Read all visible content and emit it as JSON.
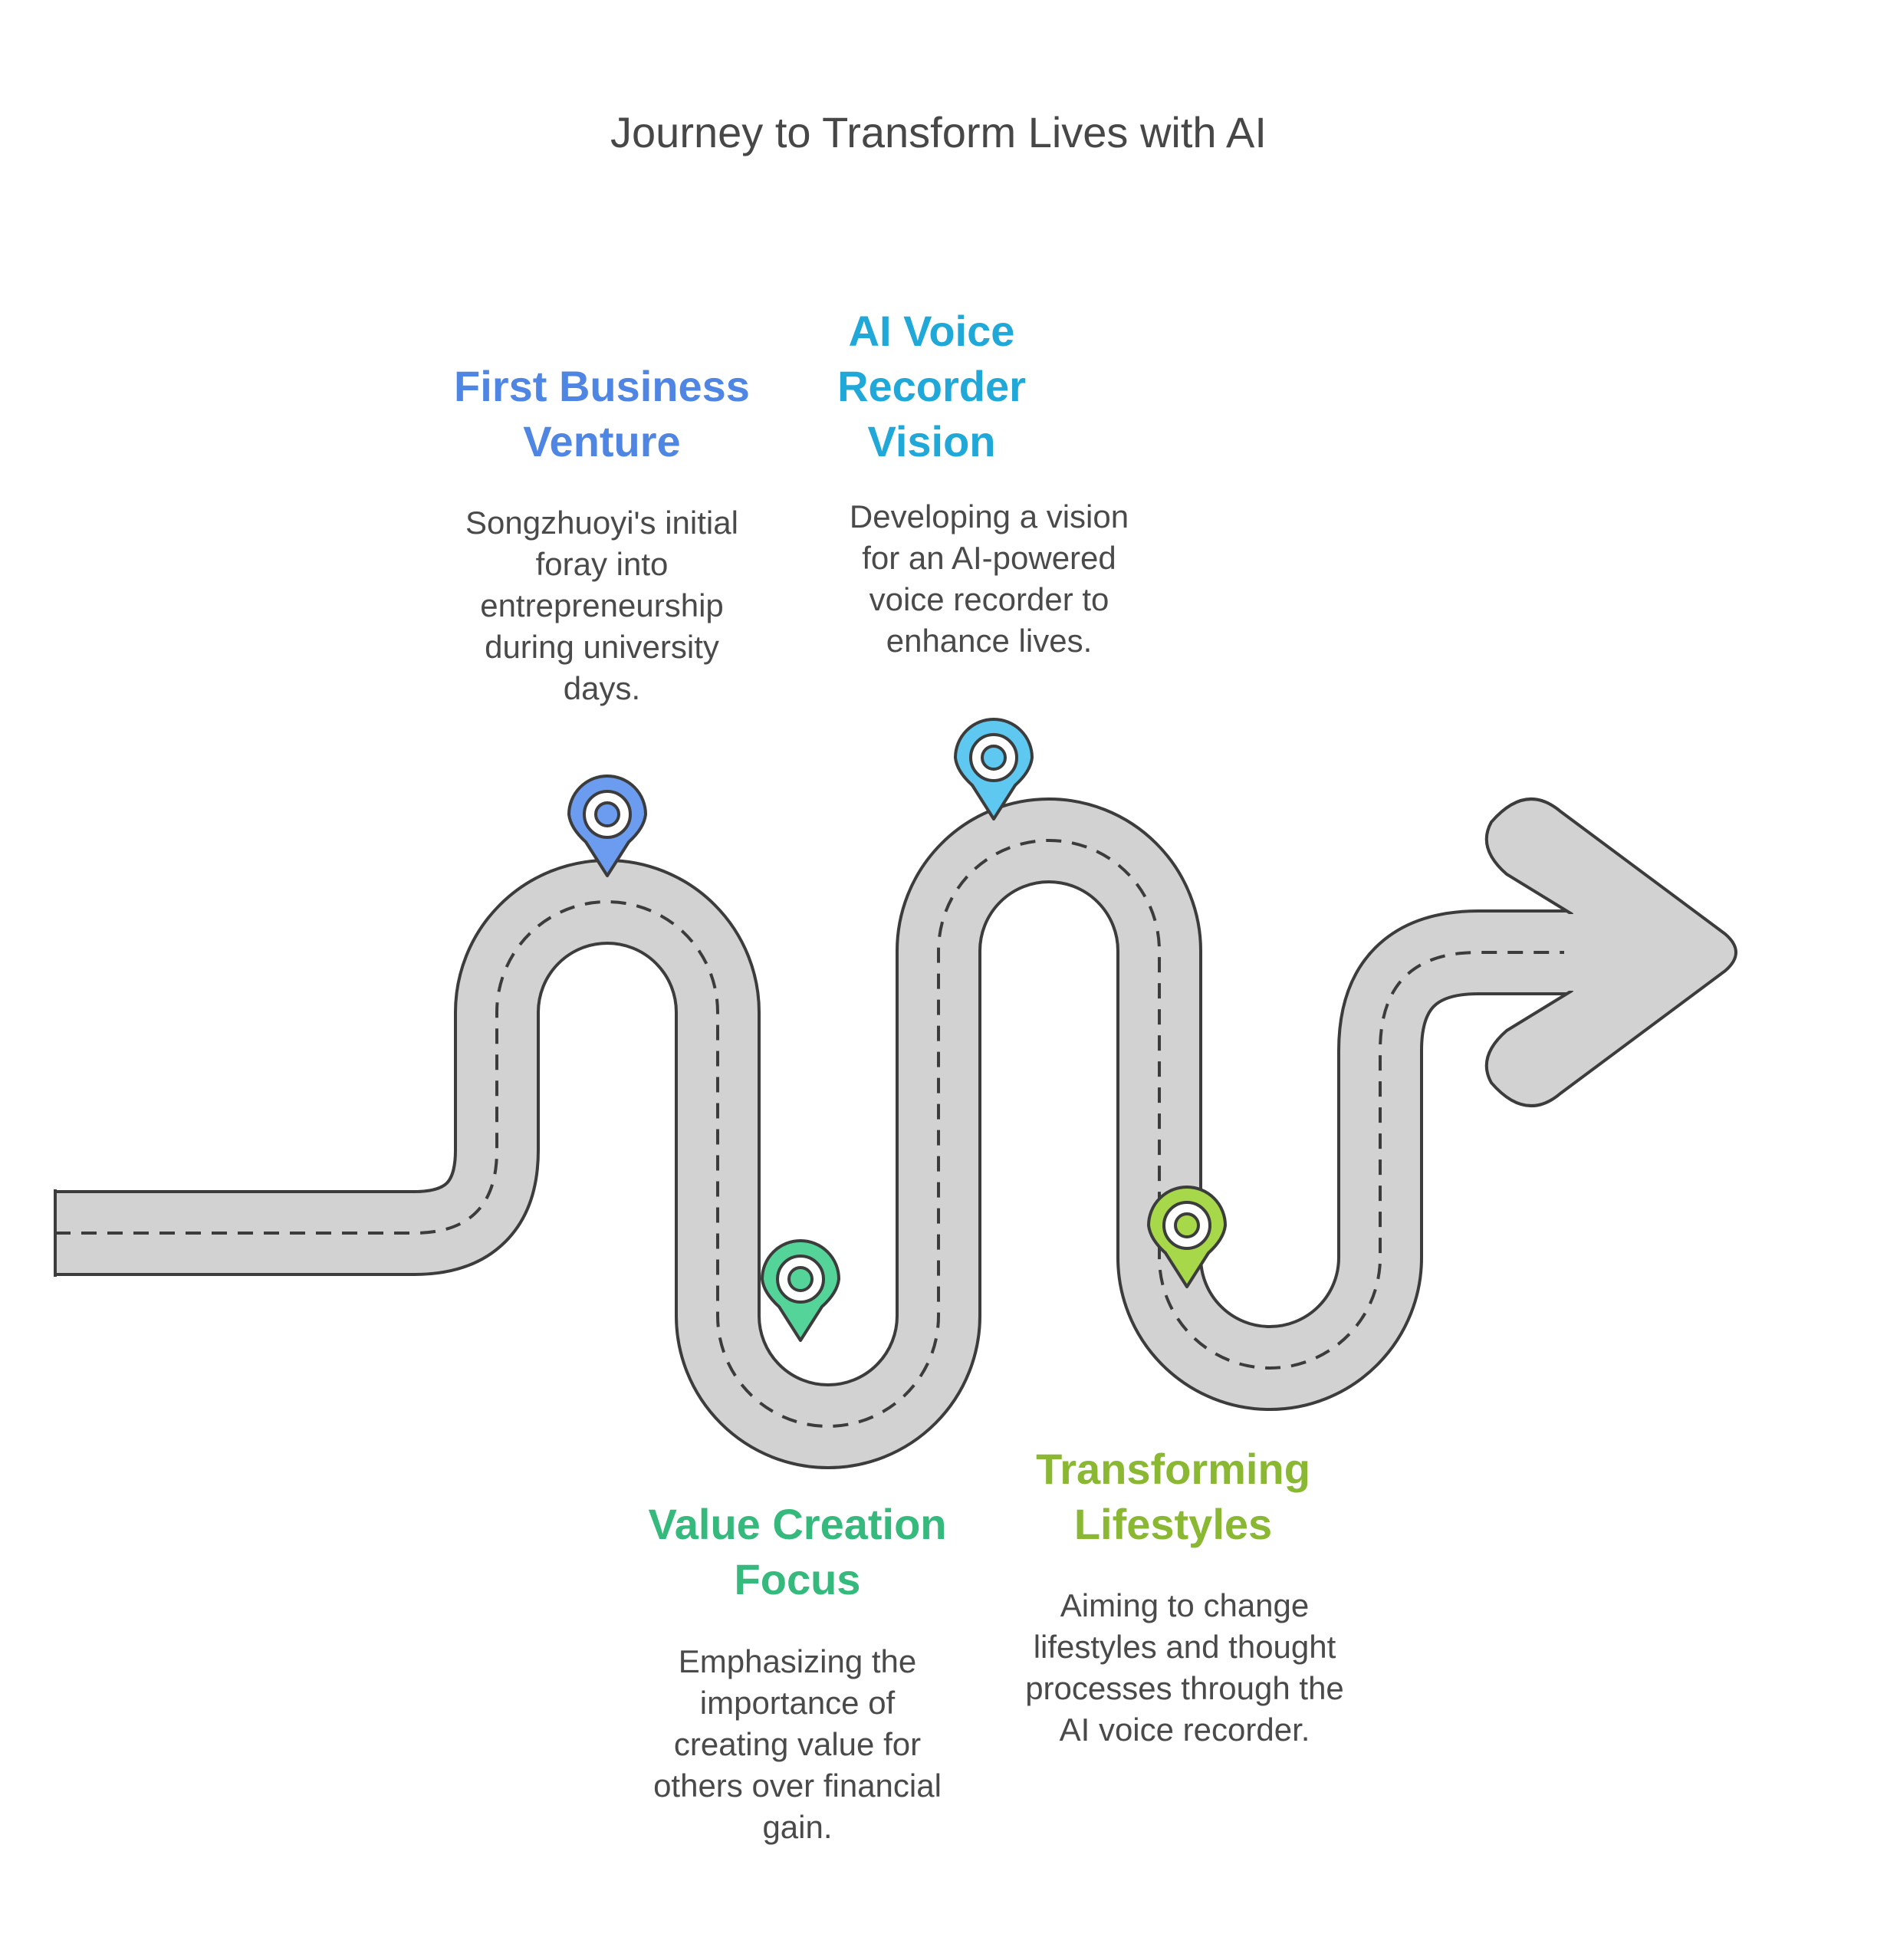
{
  "title": "Journey to Transform Lives with AI",
  "milestones": [
    {
      "heading": "First Business Venture",
      "description": "Songzhuoyi's initial foray into entrepreneurship during university days.",
      "color": "#4f86e3",
      "pin_icon": "location-pin-icon"
    },
    {
      "heading": "AI Voice Recorder Vision",
      "description": "Developing a vision for an AI-powered voice recorder to enhance lives.",
      "color": "#20a8d8",
      "pin_icon": "location-pin-icon"
    },
    {
      "heading": "Value Creation Focus",
      "description": "Emphasizing the importance of creating value for others over financial gain.",
      "color": "#35b97d",
      "pin_icon": "location-pin-icon"
    },
    {
      "heading": "Transforming Lifestyles",
      "description": "Aiming to change lifestyles and thought processes through the AI voice recorder.",
      "color": "#8ab832",
      "pin_icon": "location-pin-icon"
    }
  ],
  "road": {
    "fill": "#d2d2d2",
    "outline": "#3c3c3c",
    "dash": "#3c3c3c"
  },
  "pin_fills": [
    "#6b9cf0",
    "#5ec8f0",
    "#55d49a",
    "#a6d84a"
  ]
}
